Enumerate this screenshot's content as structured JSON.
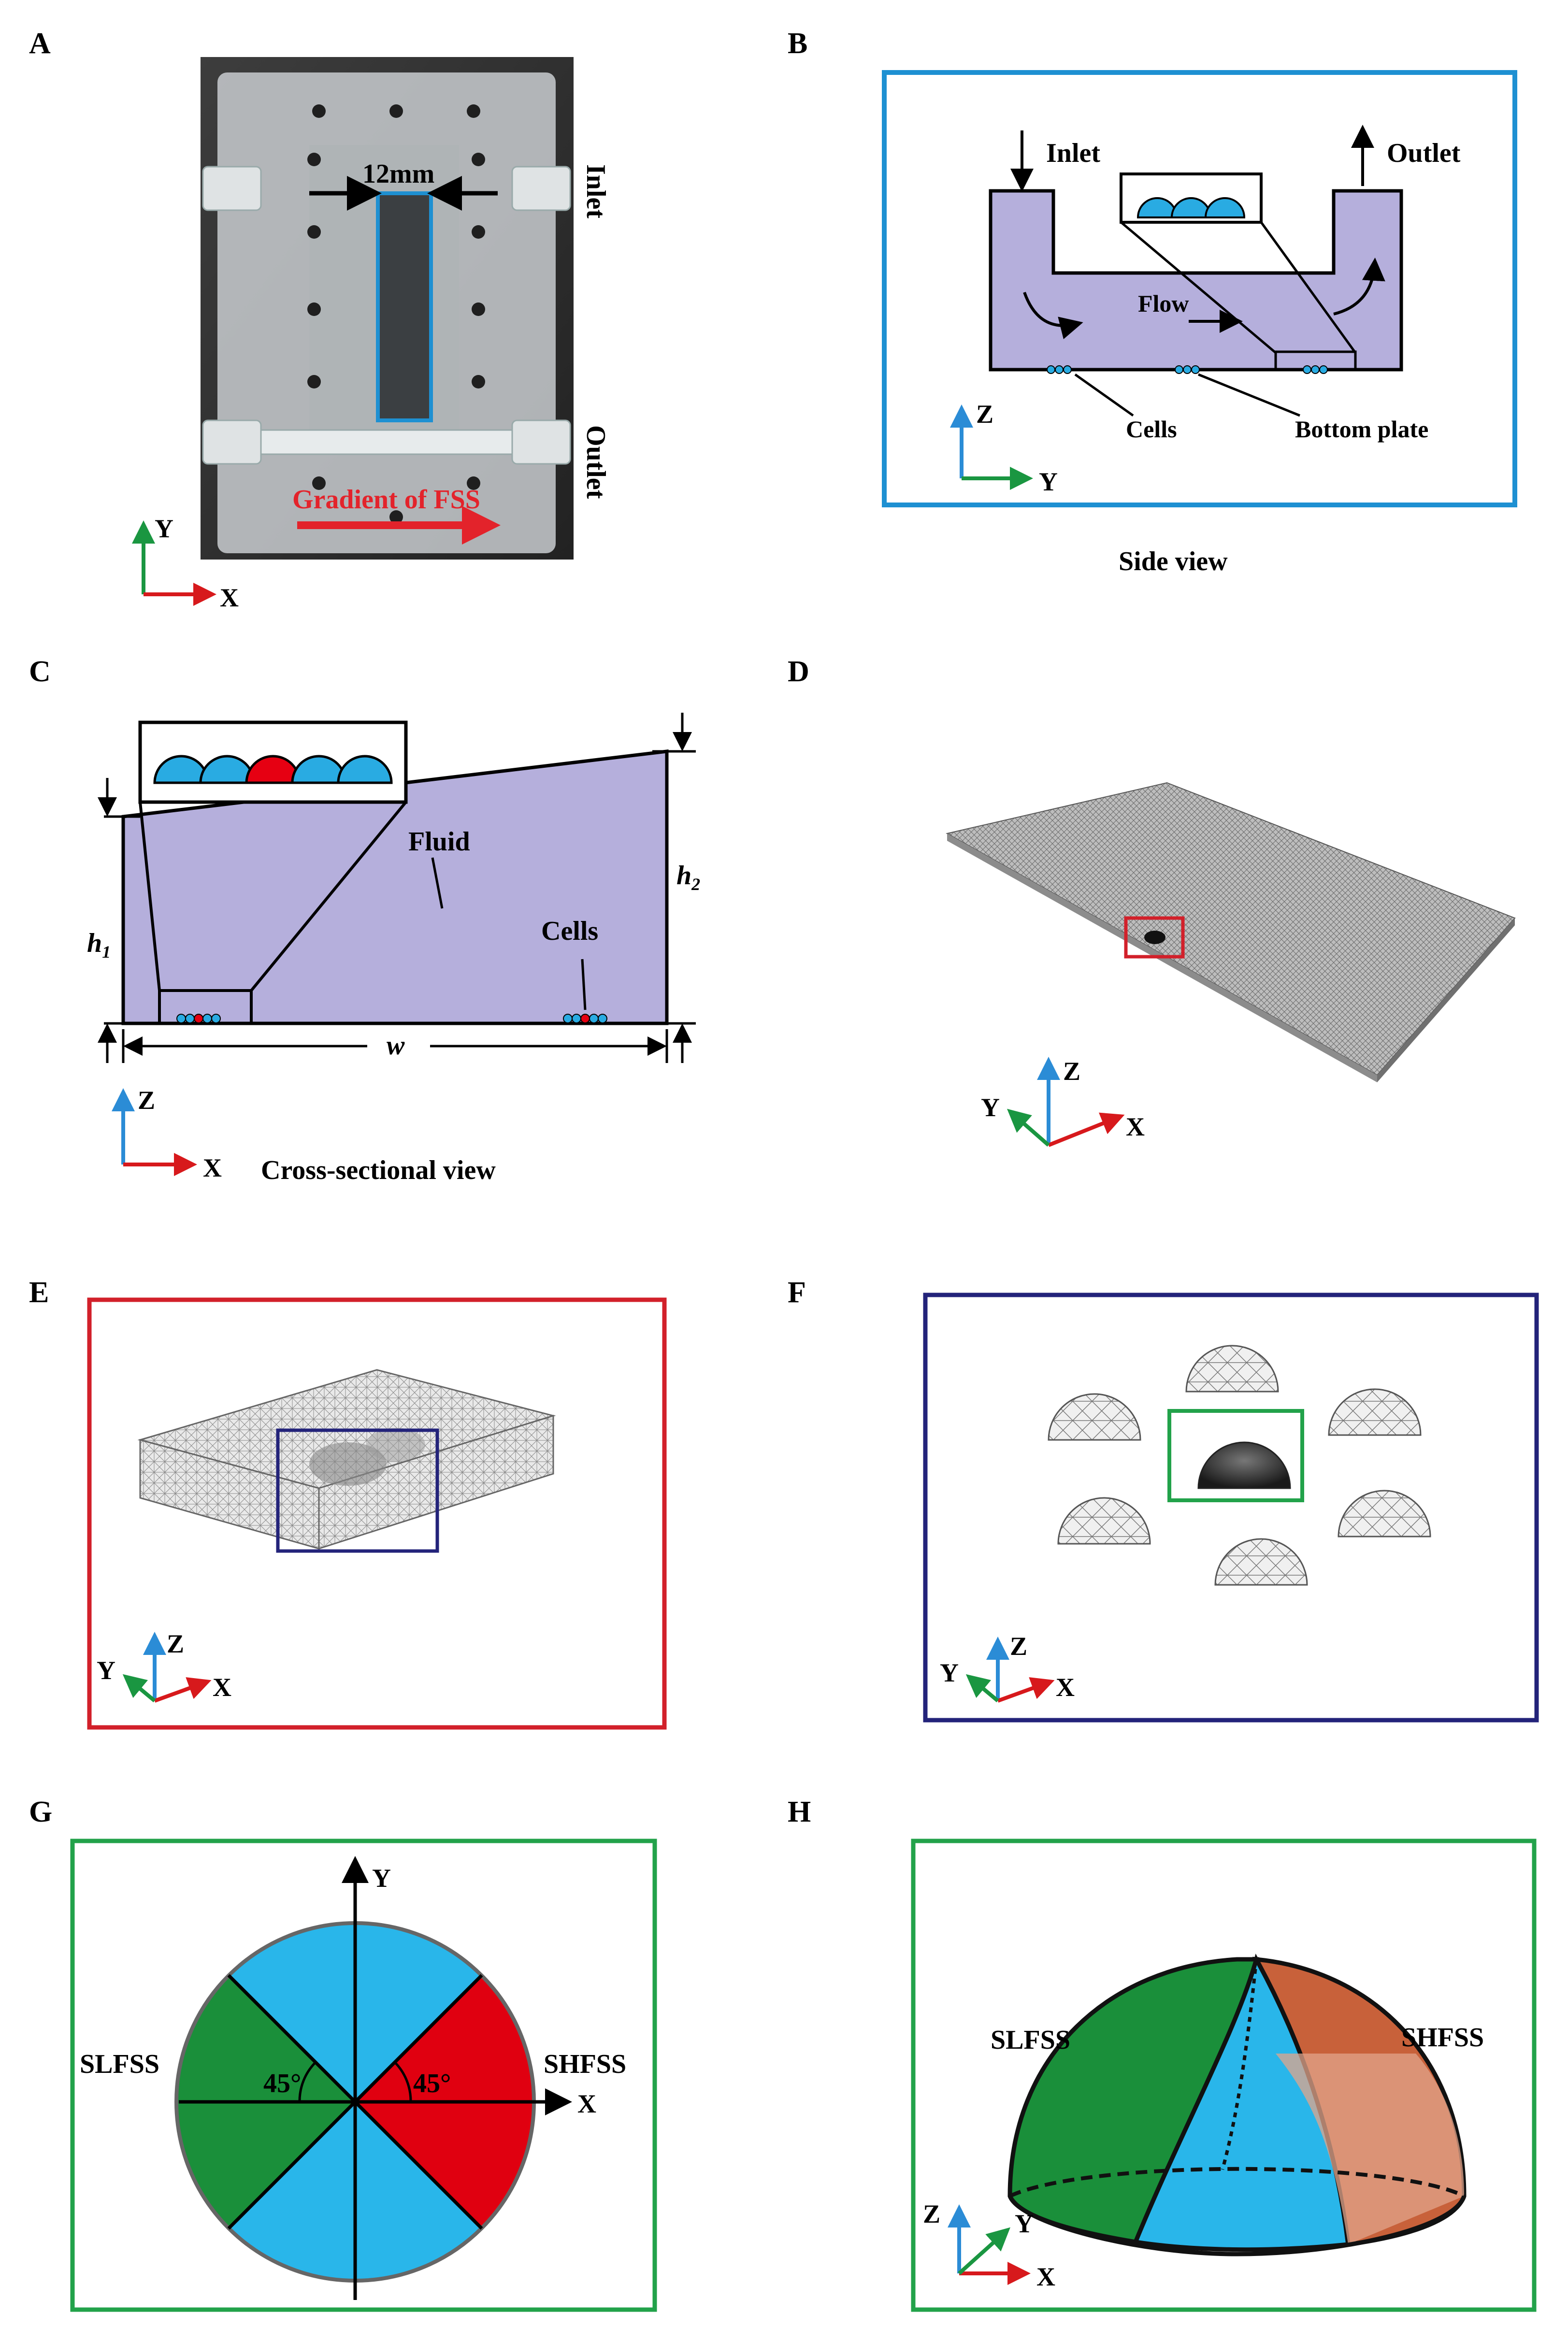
{
  "panels": {
    "A": {
      "letter": "A",
      "width_label": "12mm",
      "inlet": "Inlet",
      "outlet": "Outlet",
      "gradient": "Gradient of FSS",
      "axis_y": "Y",
      "axis_x": "X"
    },
    "B": {
      "letter": "B",
      "inlet": "Inlet",
      "outlet": "Outlet",
      "flow": "Flow",
      "cells": "Cells",
      "bottom_plate": "Bottom plate",
      "axis_z": "Z",
      "axis_y": "Y",
      "caption": "Side view"
    },
    "C": {
      "letter": "C",
      "fluid": "Fluid",
      "cells": "Cells",
      "h1": "h",
      "h1_sub": "1",
      "h2": "h",
      "h2_sub": "2",
      "w": "w",
      "axis_z": "Z",
      "axis_x": "X",
      "caption": "Cross-sectional view"
    },
    "D": {
      "letter": "D",
      "axis_z": "Z",
      "axis_y": "Y",
      "axis_x": "X"
    },
    "E": {
      "letter": "E",
      "axis_z": "Z",
      "axis_y": "Y",
      "axis_x": "X"
    },
    "F": {
      "letter": "F",
      "axis_z": "Z",
      "axis_y": "Y",
      "axis_x": "X"
    },
    "G": {
      "letter": "G",
      "axis_y": "Y",
      "axis_x": "X",
      "angle_left": "45°",
      "angle_right": "45°",
      "slfss": "SLFSS",
      "shfss": "SHFSS"
    },
    "H": {
      "letter": "H",
      "slfss": "SLFSS",
      "shfss": "SHFSS",
      "axis_z": "Z",
      "axis_y": "Y",
      "axis_x": "X"
    }
  },
  "colors": {
    "blue_frame": "#1e90d2",
    "red_frame": "#d2202a",
    "navy_frame": "#23237a",
    "green_frame": "#22a24a",
    "fluid": "#b5afdc",
    "cell_blue": "#29abe2",
    "cell_red": "#e60012",
    "sector_green": "#1a8f3a",
    "sector_blue": "#29b6ea",
    "sector_red": "#e00010",
    "dome_orange": "#c8613a",
    "axis_green": "#1a9641",
    "axis_red": "#d7191c",
    "axis_blue": "#2b8cd6"
  }
}
